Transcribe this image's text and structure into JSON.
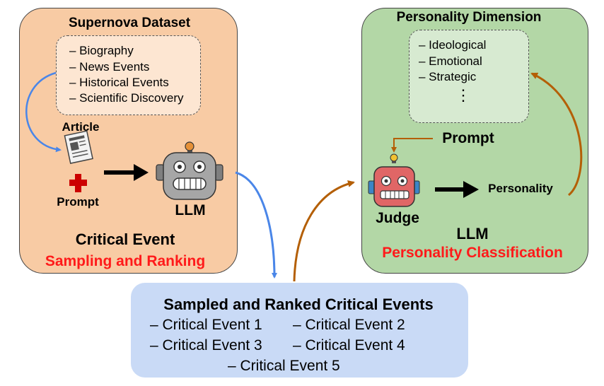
{
  "left_panel": {
    "title": "Supernova Dataset",
    "sources": [
      "– Biography",
      "– News Events",
      "– Historical Events",
      "– Scientific Discovery"
    ],
    "article_label": "Article",
    "prompt_label": "Prompt",
    "llm_label": "LLM",
    "caption_line1": "Critical Event",
    "caption_line2": "Sampling and Ranking"
  },
  "right_panel": {
    "title": "Personality Dimension",
    "dimensions": [
      "– Ideological",
      "– Emotional",
      "– Strategic",
      "⋮"
    ],
    "prompt_label": "Prompt",
    "judge_label": "Judge",
    "output_label": "Personality",
    "caption_line1": "LLM",
    "caption_line2": "Personality Classification"
  },
  "bottom_panel": {
    "title": "Sampled and Ranked Critical Events",
    "events": [
      "– Critical Event 1",
      "– Critical Event 2",
      "– Critical Event 3",
      "– Critical Event 4",
      "– Critical Event 5"
    ]
  },
  "colors": {
    "left_panel_fill": "#f8cba4",
    "right_panel_fill": "#b3d7a6",
    "bottom_panel_fill": "#c9daf6",
    "blue_arrow": "#4a86e8",
    "brown_arrow": "#b45f06",
    "highlight_red": "#ff1a1a",
    "robot_gray": "#a6a6a6",
    "judge_robot_red": "#e06666"
  }
}
